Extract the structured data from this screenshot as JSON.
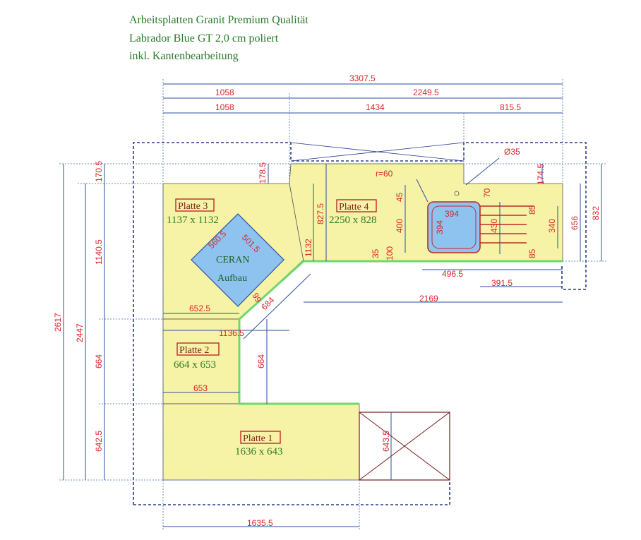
{
  "header": {
    "line1": "Arbeitsplatten Granit Premium Qualität",
    "line2": "Labrador Blue GT 2,0 cm poliert",
    "line3": "inkl. Kantenbearbeitung"
  },
  "plates": [
    {
      "label": "Platte 3",
      "size": "1137 x 1132"
    },
    {
      "label": "Platte 4",
      "size": "2250 x 828"
    },
    {
      "label": "Platte 2",
      "size": "664 x 653"
    },
    {
      "label": "Platte 1",
      "size": "1636 x 643"
    }
  ],
  "ceran": {
    "line1": "CERAN",
    "line2": "Aufbau",
    "d1": "560.5",
    "d2": "501.5"
  },
  "sink": {
    "w": "394",
    "h": "394",
    "radius": "r=60",
    "hole": "Ø35"
  },
  "dims": {
    "top_total": "3307.5",
    "top_left": "1058",
    "top_right": "2249.5",
    "row2_left": "1058",
    "row2_mid": "1434",
    "row2_right": "815.5",
    "left_2617": "2617",
    "left_2447": "2447",
    "left_1140": "1140.5",
    "left_664": "664",
    "left_642": "642.5",
    "left_170": "170.5",
    "v_178": "178.5",
    "v_827": "827.5",
    "v_1132": "1132",
    "d_652": "652.5",
    "d_1136": "1136.5",
    "d_684": "684",
    "d_653": "653",
    "d_664b": "664",
    "d_99": "99",
    "d_2169": "2169",
    "d_496": "496.5",
    "d_391": "391.5",
    "d_1635": "1635.5",
    "d_643": "643.5",
    "d_45": "45",
    "d_400": "400",
    "d_35": "35",
    "d_100": "100",
    "d_430": "430",
    "d_70": "70",
    "d_85": "85",
    "d_340": "340",
    "d_174": "174.5",
    "d_656": "656",
    "d_832": "832"
  },
  "colors": {
    "worktop": "#f7f3a6",
    "dim": "#d9262a",
    "sink": "#8ec3f0",
    "edge": "#6cd96c",
    "outline": "#2a3a8a"
  }
}
